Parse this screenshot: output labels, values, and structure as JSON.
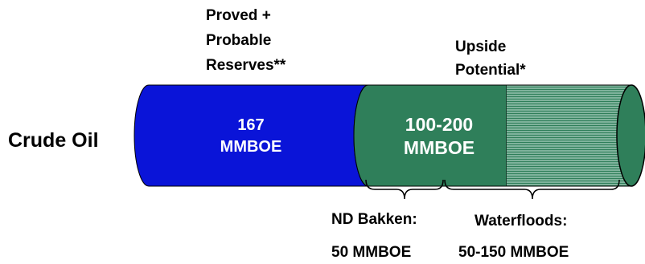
{
  "diagram": {
    "reserves_label": [
      "Proved +",
      "Probable",
      "Reserves**"
    ],
    "upside_label": [
      "Upside",
      "Potential*"
    ],
    "row_label": "Crude Oil",
    "proved_value": [
      "167",
      "MMBOE"
    ],
    "upside_value": [
      "100-200",
      "MMBOE"
    ],
    "bakken_label": "ND Bakken:",
    "bakken_value": "50 MMBOE",
    "waterflood_label": "Waterfloods:",
    "waterflood_value": "50-150 MMBOE"
  },
  "colors": {
    "proved_fill": "#0a14d8",
    "upside_fill": "#2f7f5a",
    "hatch_fill": "#7fb39c",
    "outline": "#000000"
  }
}
